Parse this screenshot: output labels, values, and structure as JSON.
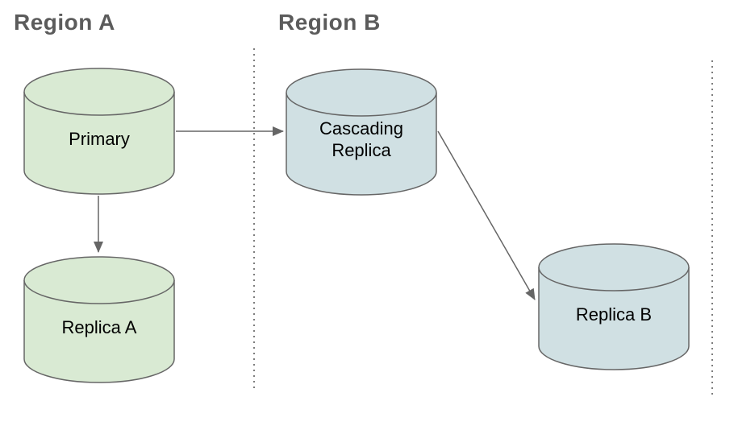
{
  "regions": [
    {
      "label": "Region A"
    },
    {
      "label": "Region B"
    }
  ],
  "nodes": {
    "primary": {
      "label": "Primary",
      "region": "Region A",
      "shape": "database-cylinder"
    },
    "replica_a": {
      "label": "Replica A",
      "region": "Region A",
      "shape": "database-cylinder"
    },
    "cascading_replica": {
      "label": "Cascading Replica",
      "region": "Region B",
      "shape": "database-cylinder"
    },
    "replica_b": {
      "label": "Replica B",
      "region": "Region B",
      "shape": "database-cylinder"
    }
  },
  "edges": [
    {
      "from": "primary",
      "to": "cascading_replica",
      "style": "arrow"
    },
    {
      "from": "primary",
      "to": "replica_a",
      "style": "arrow"
    },
    {
      "from": "cascading_replica",
      "to": "replica_b",
      "style": "arrow"
    }
  ],
  "colors": {
    "region_a_node_fill": "#d9ead3",
    "region_b_node_fill": "#d0e0e3",
    "node_outline": "#666666",
    "arrow": "#666666",
    "region_title_text": "#5b5b5b",
    "separator_dots": "#7d7d7d"
  }
}
